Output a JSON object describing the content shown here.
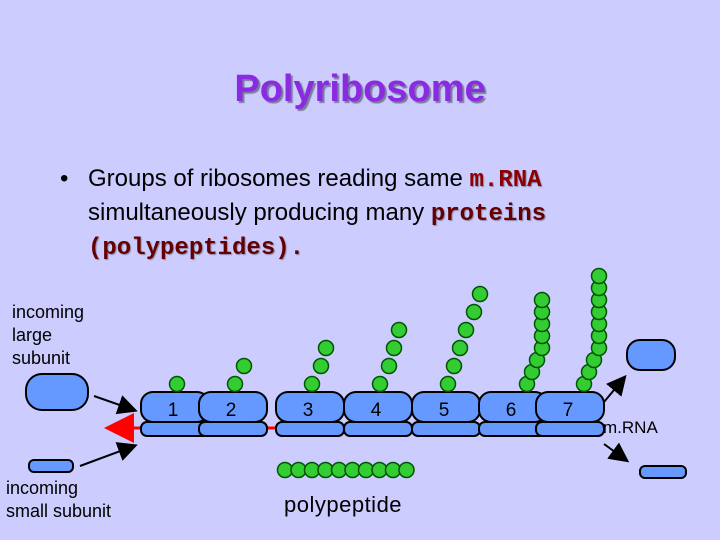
{
  "slide": {
    "title": "Polyribosome",
    "bullet_symbol": "•",
    "bullet_parts": [
      {
        "text": "Groups of ribosomes reading same ",
        "style": "plain"
      },
      {
        "text": "m.RNA",
        "style": "highlight"
      },
      {
        "text": " simultaneously producing many ",
        "style": "plain"
      },
      {
        "text": "proteins (polypeptides).",
        "style": "highlight2"
      }
    ]
  },
  "diagram": {
    "label_large_subunit": [
      "incoming",
      "large",
      "subunit"
    ],
    "label_small_subunit": [
      "incoming",
      "small subunit"
    ],
    "label_polypeptide": "polypeptide",
    "label_mrna": "m.RNA",
    "ribosomes": [
      {
        "number": "1",
        "chain_length": 1
      },
      {
        "number": "2",
        "chain_length": 2
      },
      {
        "number": "3",
        "chain_length": 3
      },
      {
        "number": "4",
        "chain_length": 4
      },
      {
        "number": "5",
        "chain_length": 6
      },
      {
        "number": "6",
        "chain_length": 8
      },
      {
        "number": "7",
        "chain_length": 10
      }
    ],
    "released_polypeptide_length": 10,
    "colors": {
      "ribosome_fill": "#6699ff",
      "ribosome_stroke": "#000000",
      "amino_acid_fill": "#33cc33",
      "amino_acid_stroke": "#005500",
      "mrna_line": "#ff0000",
      "title": "#8a2be2"
    }
  }
}
